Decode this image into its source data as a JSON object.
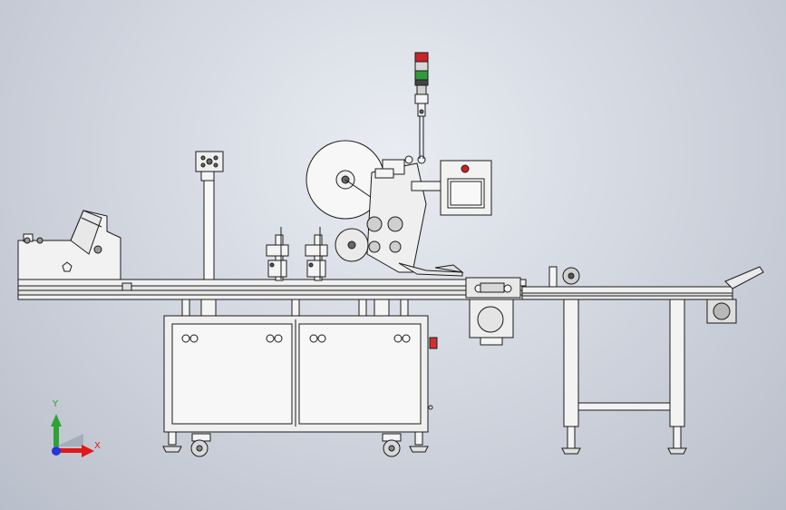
{
  "view": {
    "type": "cad-front-view",
    "background": "#d6dbe3"
  },
  "triad": {
    "x_label": "X",
    "y_label": "Y",
    "x_color": "#e0181c",
    "y_color": "#2ea334",
    "z_color": "#2436d6"
  },
  "machine": {
    "icons": [
      "tower-light-icon",
      "touch-screen-icon",
      "emergency-stop-icon",
      "caster-wheel-icon"
    ],
    "colors": {
      "tower_red": "#c8242a",
      "tower_green": "#2e9b3a",
      "estop_red": "#d02020",
      "outline": "#1a1a1a",
      "fill": "#f4f4f4"
    }
  }
}
